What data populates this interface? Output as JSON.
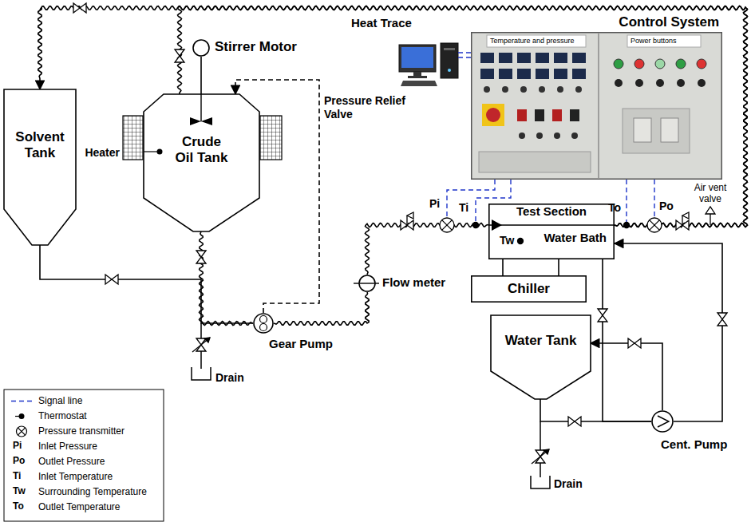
{
  "diagram": {
    "nodes": [
      {
        "text": [
          "Solvent Tank"
        ]
      },
      {
        "text": [
          "Stirrer Motor"
        ]
      },
      {
        "text": [
          "Crude Oil Tank"
        ]
      },
      {
        "text": [
          "Gear Pump"
        ]
      },
      {
        "text": [
          "Flow meter"
        ]
      },
      {
        "text": [
          "Control System"
        ]
      },
      {
        "text": [
          "Test Section",
          "Water Bath"
        ]
      },
      {
        "text": [
          "Chiller"
        ]
      },
      {
        "text": [
          "Water Tank"
        ]
      },
      {
        "text": [
          "Cent. Pump"
        ]
      }
    ],
    "edges": [
      {
        "from": 1,
        "to": 2,
        "arrow": "none"
      },
      {
        "from": 2,
        "to": 3,
        "arrow": "none"
      },
      {
        "from": 0,
        "to": 3,
        "arrow": "none"
      },
      {
        "from": 3,
        "to": 4,
        "arrow": "none"
      },
      {
        "from": 4,
        "to": 6,
        "arrow": "none"
      },
      {
        "from": 6,
        "to": 0,
        "arrow": "to"
      },
      {
        "from": 6,
        "to": 2,
        "arrow": "none"
      },
      {
        "from": 3,
        "to": 2,
        "arrow": "to"
      },
      {
        "from": 6,
        "to": 7,
        "arrow": "none"
      },
      {
        "from": 7,
        "to": 6,
        "arrow": "none"
      },
      {
        "from": 8,
        "to": 9,
        "arrow": "none"
      },
      {
        "from": 9,
        "to": 6,
        "arrow": "to"
      },
      {
        "from": 9,
        "to": 8,
        "arrow": "to"
      },
      {
        "from": 6,
        "to": 9,
        "arrow": "none"
      }
    ],
    "labels": [
      "Heater",
      "Heat Trace",
      "Pressure Relief Valve",
      "Drain",
      "Drain",
      "Pi",
      "Ti",
      "To",
      "Po",
      "Tw",
      "Air vent valve",
      "Temperature and pressure",
      "Power buttons",
      "Pi",
      "Po",
      "Ti",
      "Tw",
      "To"
    ],
    "legend": [
      {
        "text": "Signal line"
      },
      {
        "text": "Thermostat"
      },
      {
        "text": "Pressure transmitter"
      },
      {
        "text": "Inlet Pressure"
      },
      {
        "text": "Outlet Pressure"
      },
      {
        "text": "Inlet Temperature"
      },
      {
        "text": "Surrounding Temperature"
      },
      {
        "text": "Outlet Temperature"
      }
    ]
  }
}
